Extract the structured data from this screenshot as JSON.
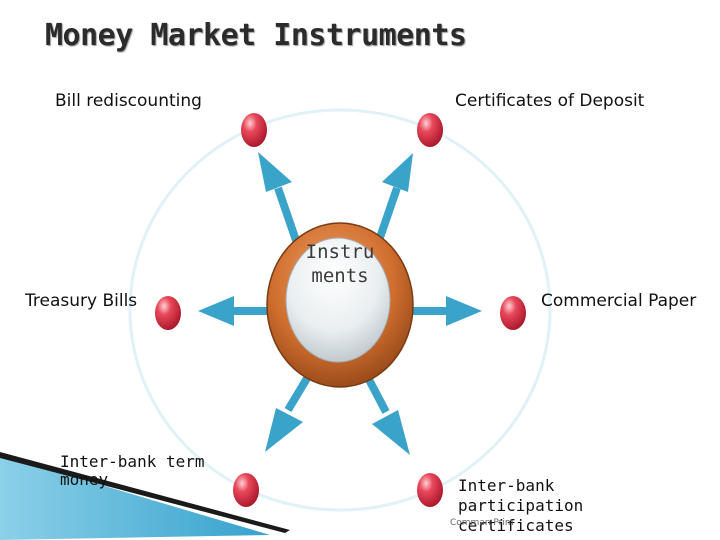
{
  "slide": {
    "title": "Money Market Instruments",
    "center_label": "Instruments",
    "footer": "Comman Prim"
  },
  "nodes": [
    {
      "id": "bill-rediscounting",
      "label": "Bill rediscounting"
    },
    {
      "id": "certificates-of-deposit",
      "label": "Certificates of Deposit"
    },
    {
      "id": "treasury-bills",
      "label": "Treasury Bills"
    },
    {
      "id": "commercial-paper",
      "label": "Commercial Paper"
    },
    {
      "id": "inter-bank-term-money",
      "label": "Inter-bank term money"
    },
    {
      "id": "inter-bank-participation-certificates",
      "label": "Inter-bank participation certificates"
    }
  ],
  "colors": {
    "arrow": "#3aa3c9",
    "ring": "#e0f1f7",
    "hub_outer": "#c7692c",
    "hub_inner": "#eef2f4",
    "node": "#d9283f",
    "accent_stripe": "#1f97c7"
  }
}
